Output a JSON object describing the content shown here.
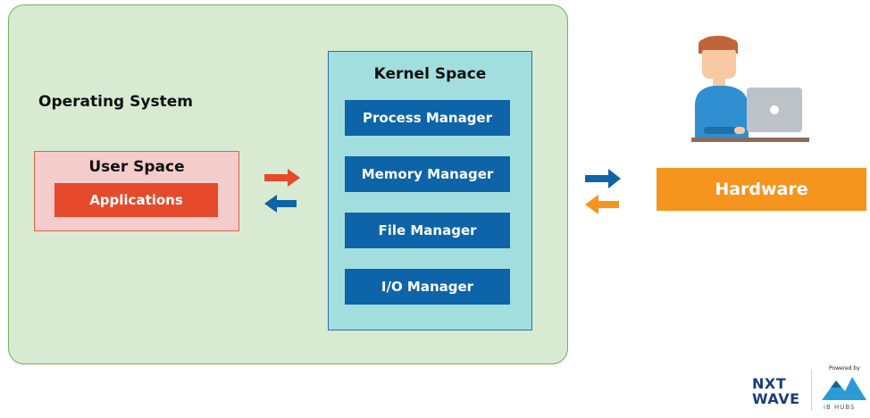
{
  "operating_system": {
    "title": "Operating System"
  },
  "user_space": {
    "title": "User Space",
    "applications_label": "Applications"
  },
  "kernel_space": {
    "title": "Kernel Space",
    "managers": [
      "Process Manager",
      "Memory Manager",
      "File Manager",
      "I/O Manager"
    ]
  },
  "hardware": {
    "label": "Hardware"
  },
  "branding": {
    "nxt": "NXT",
    "wave": "WAVE",
    "powered_by": "Powered by",
    "ib_hubs": "iB HUBS"
  },
  "colors": {
    "os_bg": "#d8ebd2",
    "user_bg": "#f5cccc",
    "app_red": "#e64a2a",
    "kernel_bg": "#a3dede",
    "manager_blue": "#0d64a8",
    "hardware_orange": "#f5951e"
  }
}
